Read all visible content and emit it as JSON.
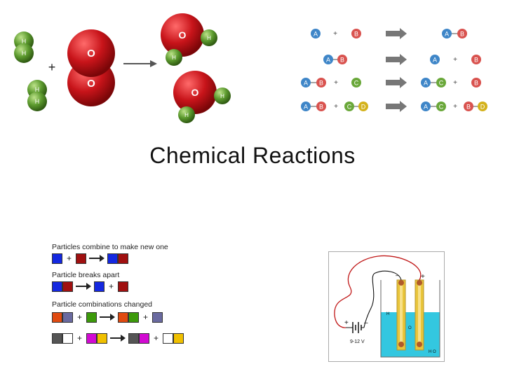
{
  "title": "Chemical Reactions",
  "molecule_image": {
    "atoms": {
      "hydrogen": "H",
      "oxygen": "O"
    },
    "plus": "+",
    "colors": {
      "oxygen": "#c8141a",
      "hydrogen": "#5c9a2e"
    }
  },
  "abcd_reactions": {
    "letters": {
      "a": "A",
      "b": "B",
      "c": "C",
      "d": "D"
    },
    "plus": "+",
    "colors": {
      "a": "#3f86c8",
      "b": "#d9534f",
      "c": "#6aa83a",
      "d": "#d4b21c",
      "arrow": "#777777"
    }
  },
  "particle_diagram": {
    "labels": [
      "Particles combine to make new one",
      "Particle breaks apart",
      "Particle combinations changed"
    ],
    "plus": "+",
    "colors": {
      "blue": "#1428e0",
      "red": "#a01010",
      "orange": "#e04a10",
      "slate": "#6a6aa0",
      "green": "#3c9a0a",
      "gray": "#555555",
      "white": "#ffffff",
      "magenta": "#d20ad2",
      "yellow": "#f0c000"
    }
  },
  "electrolysis": {
    "labels": {
      "plus_left": "+",
      "minus_left": "–",
      "voltage": "9-12 V",
      "minus_top": "–",
      "plus_top": "+",
      "h2": "H",
      "o2": "O",
      "h2o": "H O"
    },
    "colors": {
      "water": "#33c7e0",
      "tube": "#e9c53a",
      "wire_red": "#c01818",
      "wire_black": "#111111"
    }
  }
}
